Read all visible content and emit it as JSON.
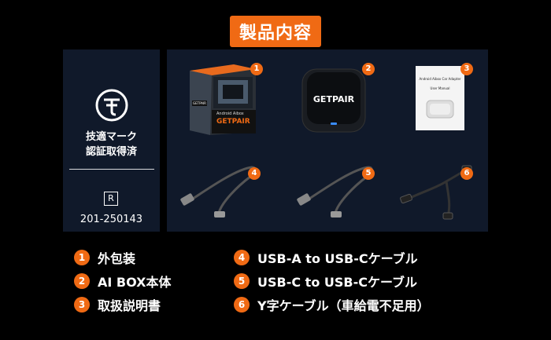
{
  "title": "製品内容",
  "left_panel": {
    "tech_mark_line1": "技適マーク",
    "tech_mark_line2": "認証取得済",
    "r_symbol": "R",
    "cert_number": "201-250143"
  },
  "products": [
    {
      "badge": "1",
      "box_subtitle": "Android Aibox",
      "brand": "GETPAIR",
      "mini_brand": "GETPAIR"
    },
    {
      "badge": "2",
      "brand": "GETPAIR"
    },
    {
      "badge": "3",
      "manual_title": "Android Aibox Car Adapter",
      "manual_sub": "User Manual"
    },
    {
      "badge": "4"
    },
    {
      "badge": "5"
    },
    {
      "badge": "6"
    }
  ],
  "legend": [
    {
      "num": "1",
      "label": "外包装"
    },
    {
      "num": "2",
      "label": "AI BOX本体"
    },
    {
      "num": "3",
      "label": "取扱説明書"
    },
    {
      "num": "4",
      "label": "USB-A to USB-Cケーブル"
    },
    {
      "num": "5",
      "label": "USB-C to USB-Cケーブル"
    },
    {
      "num": "6",
      "label": "Y字ケーブル（車給電不足用）"
    }
  ],
  "colors": {
    "accent": "#f06a14",
    "panel": "#10192a",
    "background": "#000000"
  }
}
